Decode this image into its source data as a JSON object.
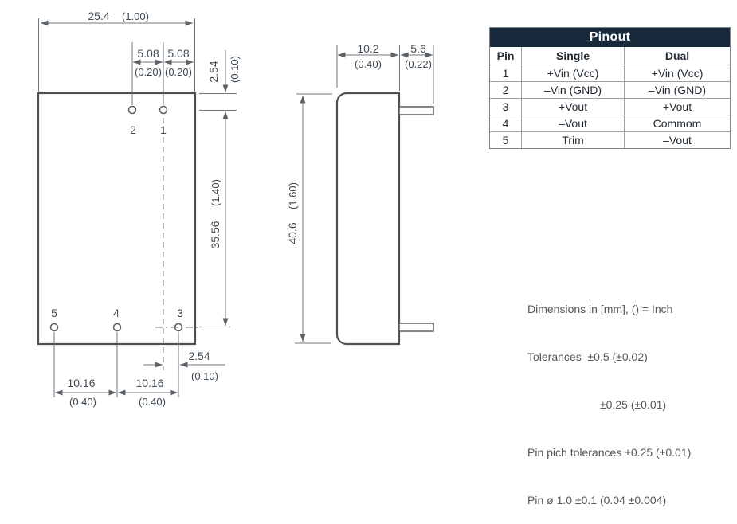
{
  "front_view": {
    "width_mm": "25.4",
    "width_in": "(1.00)",
    "pitch1_mm": "5.08",
    "pitch1_in": "(0.20)",
    "pitch2_mm": "5.08",
    "pitch2_in": "(0.20)",
    "top_offset_mm": "2.54",
    "top_offset_in": "(0.10)",
    "body_height_mm": "35.56",
    "body_height_in": "(1.40)",
    "pin3_offset_mm": "2.54",
    "pin3_offset_in": "(0.10)",
    "bottom_pitch1_mm": "10.16",
    "bottom_pitch1_in": "(0.40)",
    "bottom_pitch2_mm": "10.16",
    "bottom_pitch2_in": "(0.40)",
    "pins": {
      "p1": "1",
      "p2": "2",
      "p3": "3",
      "p4": "4",
      "p5": "5"
    }
  },
  "side_view": {
    "depth_mm": "10.2",
    "depth_in": "(0.40)",
    "pin_len_mm": "5.6",
    "pin_len_in": "(0.22)",
    "height_mm": "40.6",
    "height_in": "(1.60)"
  },
  "pinout_table": {
    "title": "Pinout",
    "columns": [
      "Pin",
      "Single",
      "Dual"
    ],
    "rows": [
      [
        "1",
        "+Vin (Vcc)",
        "+Vin (Vcc)"
      ],
      [
        "2",
        "–Vin (GND)",
        "–Vin (GND)"
      ],
      [
        "3",
        "+Vout",
        "+Vout"
      ],
      [
        "4",
        "–Vout",
        "Commom"
      ],
      [
        "5",
        "Trim",
        "–Vout"
      ]
    ]
  },
  "notes": {
    "line1": "Dimensions in [mm], () = Inch",
    "line2": "Tolerances  ±0.5 (±0.02)",
    "line3": "±0.25 (±0.01)",
    "line4": "Pin pich tolerances ±0.25 (±0.01)",
    "line5": "Pin ø 1.0 ±0.1 (0.04 ±0.004)"
  },
  "colors": {
    "table_header_bg": "#17293a",
    "table_header_text": "#ffffff",
    "table_border": "#9aa0a6",
    "outline": "#4b5055",
    "dim_line": "#70767c",
    "dim_text": "#3e4a54"
  }
}
